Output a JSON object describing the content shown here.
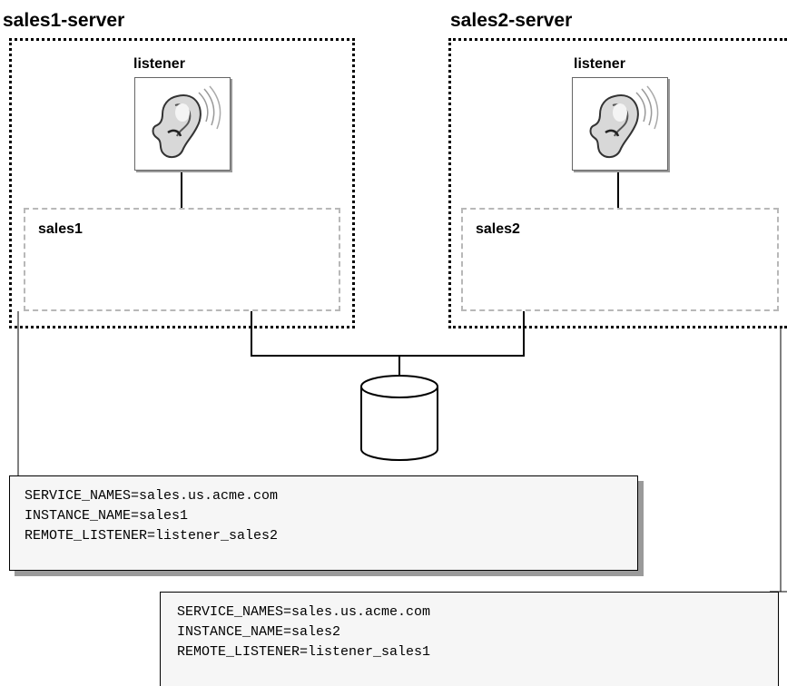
{
  "servers": [
    {
      "title": "sales1-server",
      "listener_label": "listener",
      "instance_label": "sales1",
      "params": [
        "SERVICE_NAMES=sales.us.acme.com",
        "INSTANCE_NAME=sales1",
        "REMOTE_LISTENER=listener_sales2"
      ]
    },
    {
      "title": "sales2-server",
      "listener_label": "listener",
      "instance_label": "sales2",
      "params": [
        "SERVICE_NAMES=sales.us.acme.com",
        "INSTANCE_NAME=sales2",
        "REMOTE_LISTENER=listener_sales1"
      ]
    }
  ],
  "icons": {
    "listener": "ear-icon",
    "database": "database-cylinder-icon"
  }
}
